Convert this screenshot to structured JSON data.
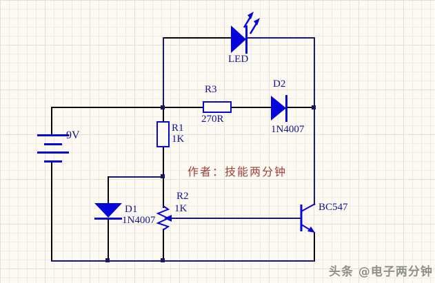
{
  "colors": {
    "canvas-bg": "#FCFAF2",
    "grid-minor": "#EFEDE3",
    "grid-major": "#E3E0D2",
    "wire-dark": "#000000",
    "wire-navy": "#16166B",
    "symbol-blue": "#0404DC",
    "label-navy": "#12128A",
    "author-red": "#A0403A",
    "watermark-gray": "#8E8E86"
  },
  "author_note": "作者：技能两分钟",
  "watermark": "头条 @电子两分钟",
  "components": {
    "battery": {
      "value": "9V"
    },
    "led": {
      "ref": "LED"
    },
    "r1": {
      "ref": "R1",
      "value": "1K"
    },
    "r2": {
      "ref": "R2",
      "value": "1K"
    },
    "r3": {
      "ref": "R3",
      "value": "270R"
    },
    "d1": {
      "ref": "D1",
      "value": "1N4007"
    },
    "d2": {
      "ref": "D2",
      "value": "1N4007"
    },
    "transistor": {
      "ref": "BC547"
    }
  }
}
